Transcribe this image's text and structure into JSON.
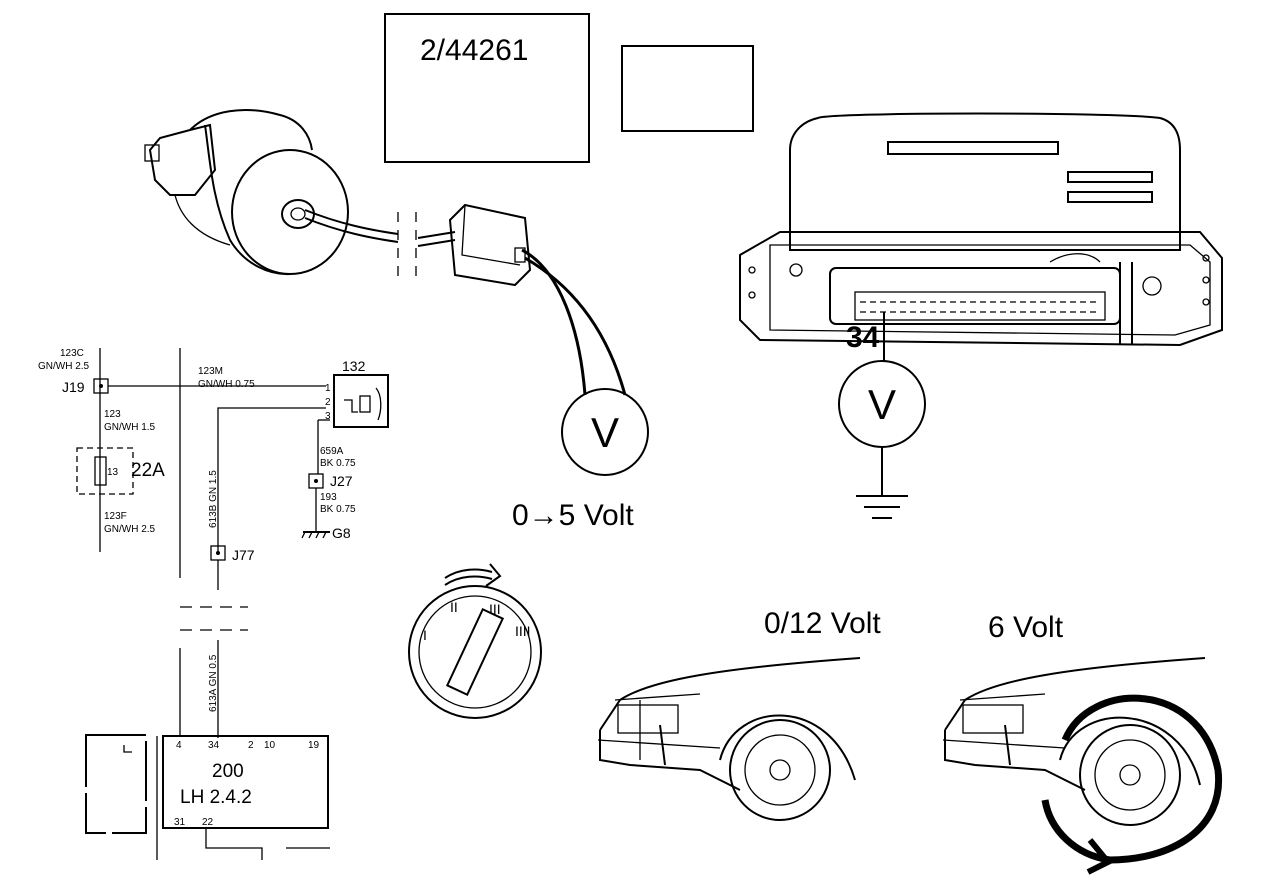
{
  "ref_box": {
    "code": "2/44261"
  },
  "meter_left": {
    "symbol": "V",
    "range_label": "0→5 Volt"
  },
  "meter_right": {
    "symbol": "V",
    "pin_label": "34"
  },
  "wheel_labels": {
    "stationary": "0/12 Volt",
    "rotating": "6 Volt"
  },
  "switch": {
    "pos1": "I",
    "pos2": "II",
    "pos3": "III",
    "pos4": "IIII"
  },
  "schematic": {
    "w1_num": "123C",
    "w1_spec": "GN/WH 2.5",
    "j19": "J19",
    "w2_num": "123",
    "w2_spec": "GN/WH 1.5",
    "fuse_inner": "13",
    "fuse_label": "22A",
    "w3_num": "123F",
    "w3_spec": "GN/WH 2.5",
    "w4_num": "123M",
    "w4_spec": "GN/WH 0.75",
    "sensor_id": "132",
    "pin1": "1",
    "pin2": "2",
    "pin3": "3",
    "w5": "613B GN 1.5",
    "w6_num": "659A",
    "w6_spec": "BK 0.75",
    "j27": "J27",
    "w7_num": "193",
    "w7_spec": "BK 0.75",
    "g8": "G8",
    "j77": "J77",
    "w8": "613A GN 0.5",
    "ecu_pins_top": [
      "4",
      "34",
      "2",
      "10",
      "19"
    ],
    "ecu_line1": "200",
    "ecu_line2": "LH 2.4.2",
    "ecu_pins_bottom": [
      "31",
      "22"
    ]
  }
}
